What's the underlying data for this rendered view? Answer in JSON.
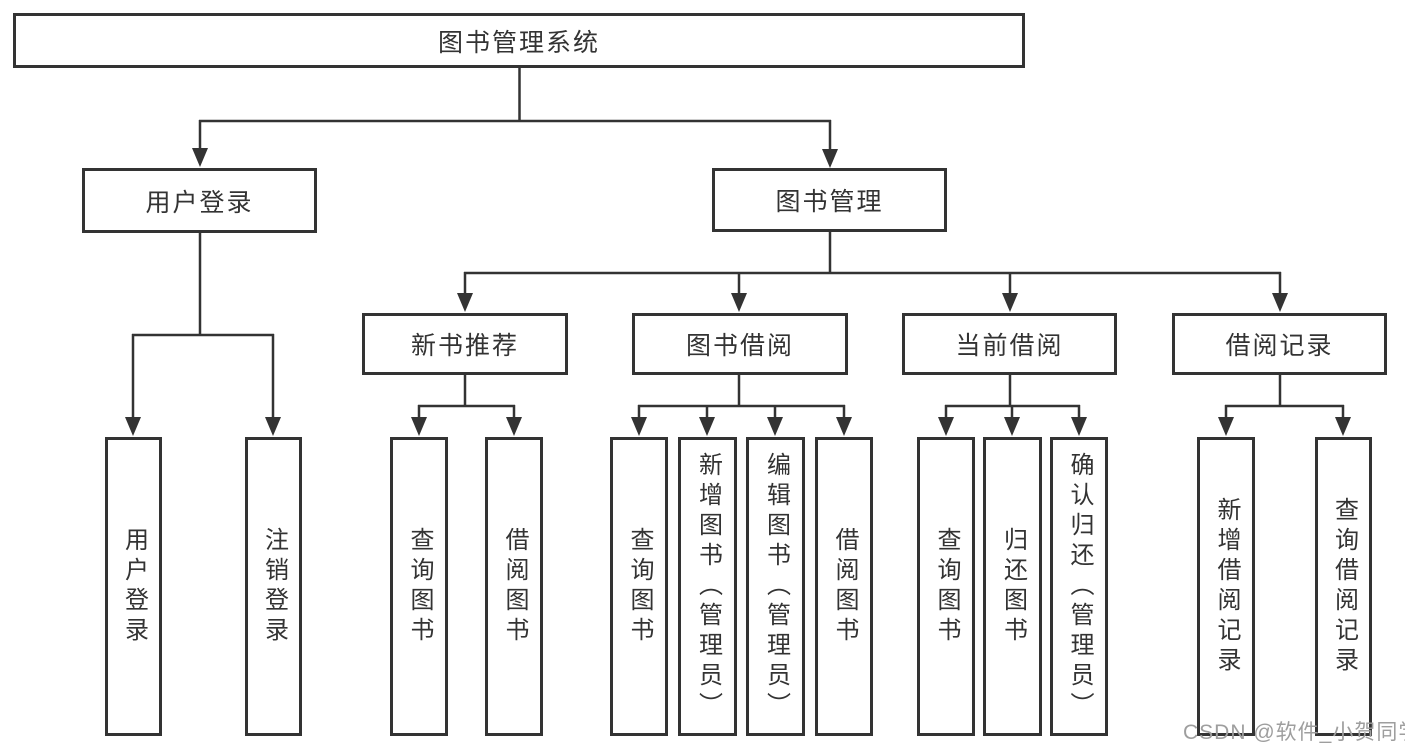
{
  "tree": {
    "root": {
      "label": "图书管理系统"
    },
    "user_login": {
      "label": "用户登录",
      "children": [
        {
          "label": "用户登录"
        },
        {
          "label": "注销登录"
        }
      ]
    },
    "book_management": {
      "label": "图书管理",
      "branches": [
        {
          "label": "新书推荐",
          "children": [
            {
              "label": "查询图书"
            },
            {
              "label": "借阅图书"
            }
          ]
        },
        {
          "label": "图书借阅",
          "children": [
            {
              "label": "查询图书"
            },
            {
              "label": "新增图书（管理员）"
            },
            {
              "label": "编辑图书（管理员）"
            },
            {
              "label": "借阅图书"
            }
          ]
        },
        {
          "label": "当前借阅",
          "children": [
            {
              "label": "查询图书"
            },
            {
              "label": "归还图书"
            },
            {
              "label": "确认归还（管理员）"
            }
          ]
        },
        {
          "label": "借阅记录",
          "children": [
            {
              "label": "新增借阅记录"
            },
            {
              "label": "查询借阅记录"
            }
          ]
        }
      ]
    }
  },
  "watermark": {
    "text": "CSDN @软件_小贺同学"
  },
  "colors": {
    "line": "#333333",
    "text": "#333333",
    "watermark_text": "#9e9e9e",
    "background": "#ffffff"
  }
}
